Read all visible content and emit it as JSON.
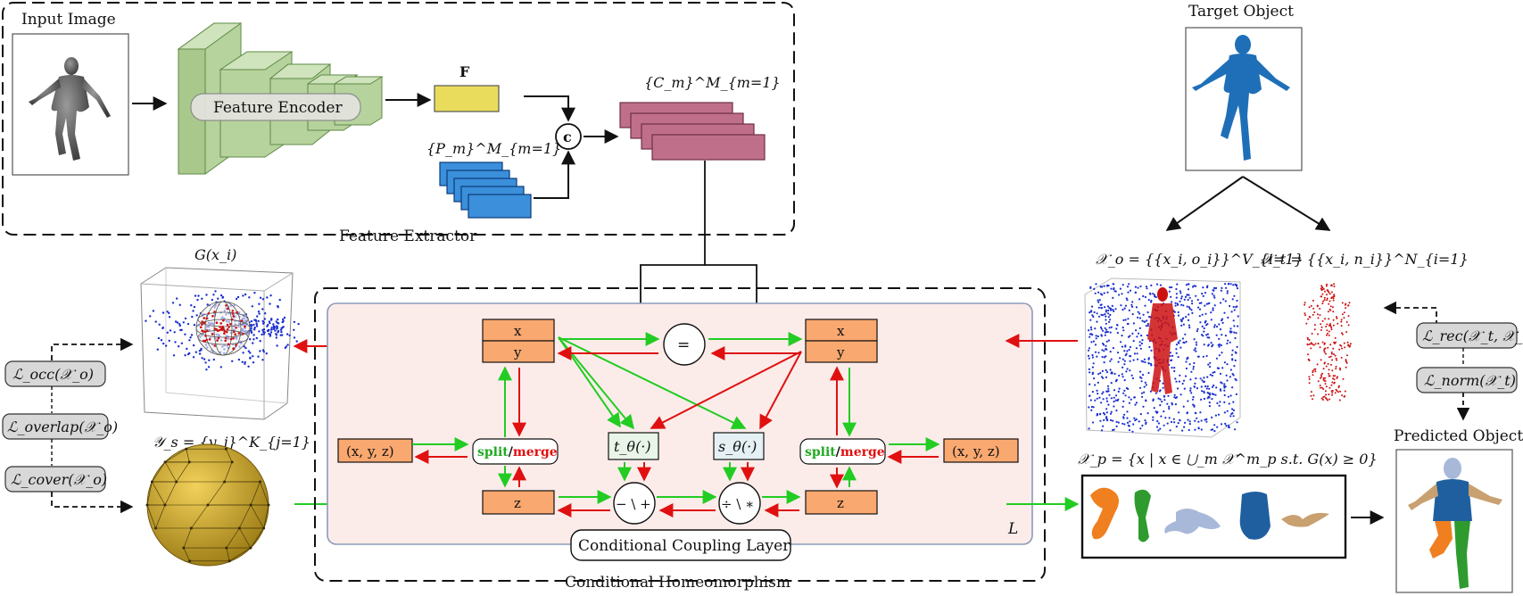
{
  "feature_extractor": {
    "title": "Feature Extractor",
    "input_image_label": "Input Image",
    "encoder_label": "Feature Encoder",
    "feature_label": "F",
    "points_label": "{P_m}^M_{m=1}",
    "concat_symbol": "c",
    "conditions_label": "{C_m}^M_{m=1}"
  },
  "target": {
    "target_object_label": "Target Object",
    "occ_set_label": "𝒳_o = {{x_i, o_i}}^V_{i=1}",
    "normal_set_label": "𝒳_t = {{x_i, n_i}}^N_{i=1}"
  },
  "losses": {
    "occ": "ℒ_occ(𝒳_o)",
    "overlap": "ℒ_overlap(𝒳_o)",
    "cover": "ℒ_cover(𝒳_o)",
    "rec": "ℒ_rec(𝒳_t, 𝒳_p)",
    "norm": "ℒ_norm(𝒳_t)"
  },
  "left_panel": {
    "g_label": "G(x_i)",
    "sphere_label": "𝒴_s = {y_j}^K_{j=1}"
  },
  "coupling": {
    "block_title": "Conditional Homeomorphism",
    "layer_label": "Conditional Coupling Layer",
    "repeat_label": "L",
    "x": "x",
    "y": "y",
    "z": "z",
    "xyz": "(x, y, z)",
    "split": "split",
    "slash": "/",
    "merge": "merge",
    "equals": "=",
    "t_func": "t_θ(·)",
    "s_func": "s_θ(·)",
    "op_add": "− \\ +",
    "op_mul": "÷ \\ ∗"
  },
  "output": {
    "parts_set_label": "𝒳_p = {x | x ∈ ⋃_m 𝒳^m_p s.t. G(x) ≥ 0}",
    "predicted_label": "Predicted Object"
  },
  "colors": {
    "orange_box": "#f9a870",
    "green_arrow": "#22cc22",
    "red_arrow": "#e01010",
    "blue_point": "#1a2fcf",
    "red_point": "#cc1010",
    "encoder_green": "#b7d39d",
    "feature_yellow": "#e9dc5c",
    "points_blue": "#3b8fdb",
    "condition_pink": "#c06f8a",
    "coupling_bg": "#fbecea",
    "sphere_gold": "#c9a22a",
    "part_orange": "#f07f20",
    "part_green": "#2f9b2f",
    "part_lightblue": "#a8b8d8",
    "part_blue": "#1f5f9f",
    "part_tan": "#c9a070"
  }
}
